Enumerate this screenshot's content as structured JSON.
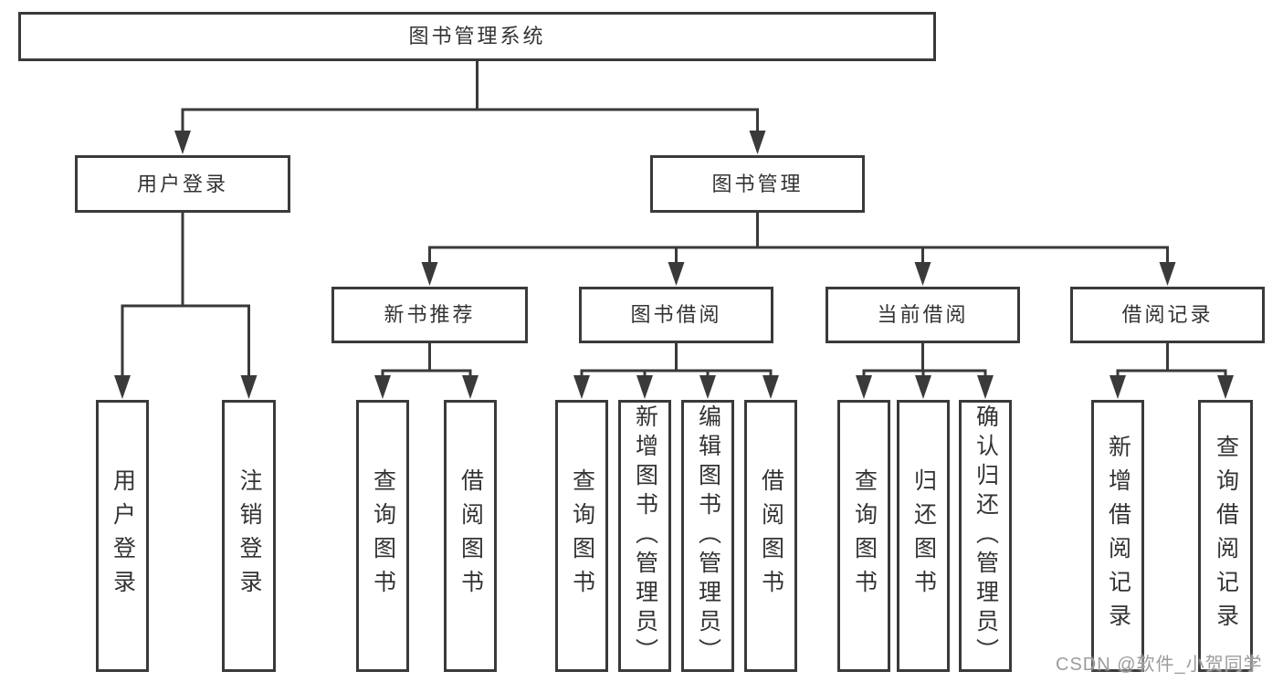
{
  "tree": {
    "id": "root",
    "label": "图书管理系统",
    "children": [
      {
        "id": "user-login",
        "label": "用户登录",
        "children": [
          {
            "id": "login",
            "label": "用户登录"
          },
          {
            "id": "logout",
            "label": "注销登录"
          }
        ]
      },
      {
        "id": "book-management",
        "label": "图书管理",
        "children": [
          {
            "id": "new-book-recommend",
            "label": "新书推荐",
            "children": [
              {
                "id": "nb-query-books",
                "label": "查询图书"
              },
              {
                "id": "nb-borrow-books",
                "label": "借阅图书"
              }
            ]
          },
          {
            "id": "book-borrowing",
            "label": "图书借阅",
            "children": [
              {
                "id": "bb-query-books",
                "label": "查询图书"
              },
              {
                "id": "bb-add-books",
                "label": "新增图书（管理员）"
              },
              {
                "id": "bb-edit-books",
                "label": "编辑图书（管理员）"
              },
              {
                "id": "bb-borrow-books",
                "label": "借阅图书"
              }
            ]
          },
          {
            "id": "current-borrowing",
            "label": "当前借阅",
            "children": [
              {
                "id": "cb-query-books",
                "label": "查询图书"
              },
              {
                "id": "cb-return-books",
                "label": "归还图书"
              },
              {
                "id": "cb-confirm-return",
                "label": "确认归还（管理员）"
              }
            ]
          },
          {
            "id": "borrowing-records",
            "label": "借阅记录",
            "children": [
              {
                "id": "br-add-record",
                "label": "新增借阅记录"
              },
              {
                "id": "br-query-record",
                "label": "查询借阅记录"
              }
            ]
          }
        ]
      }
    ]
  },
  "watermark": {
    "text": "CSDN @软件_小贺同学"
  },
  "colors": {
    "line": "#3a3a3a",
    "text": "#333333",
    "background": "#ffffff",
    "watermark": "#9c9c9c"
  }
}
